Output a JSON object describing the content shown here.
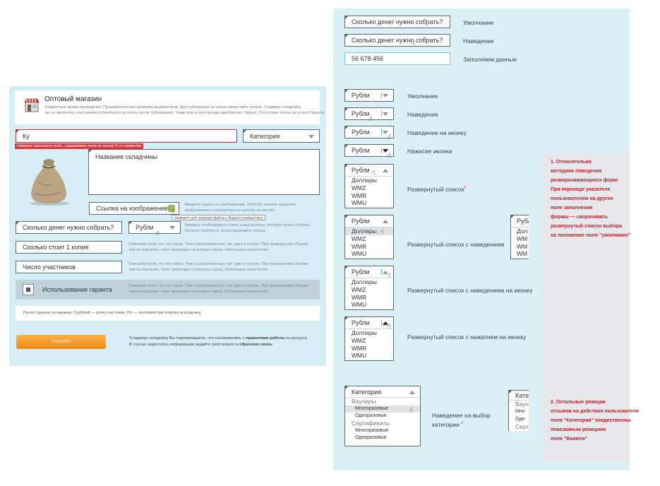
{
  "form": {
    "shop_title": "Оптовый магазин",
    "shop_desc_1": "Бюджетные время проведения; Предварительная проверка модераторов; Для публикации не нужна какая-либо оплата; Создавая складчину,",
    "shop_desc_2": "вы не являетесь участником (потребуется вступить после публикации); Товар или услуги всегда приобретает Гарант; Отсутствие платы за услуги Гаранта",
    "title_value": "Ку",
    "category_label": "Категория",
    "error_text": "Неверно заполнено поле, содержимое поля не менее 5-ти символов",
    "desc_placeholder": "Название складчины",
    "image_link_label": "Ссылка на изображение",
    "image_hint_1": "Введите ссылку на изображение. Либо Вы можете загрузить",
    "image_hint_2": "изображение с компьютера по щелчку на иконку.",
    "upload_tooltip": "Нажмите для загрузки файла с Вашего компьютера",
    "amount_label": "Сколько денег нужно собрать?",
    "currency_label": "Рубли",
    "amount_hint_1": "Введите необходимую сумму и вид валюты, которую нужно собрать,",
    "amount_hint_2": "которая требуется, из выпадающего списка.",
    "cost_label": "Сколько стоит 1 копия",
    "cost_hint_1": "Описание поля, что это такое. Текст расположен вот так, идет в строке. При превышении объема",
    "cost_hint_2": "текста описания, текст переходит на вторую строку. Небольшое количество.",
    "participants_label": "Число участников",
    "participants_hint_1": "Описание поля, что это такое. Текст расположен вот так, идет в строке. При превышении объема",
    "participants_hint_2": "текста описания, текст переходит на вторую строку. Небольшое количество.",
    "guarantee_label": "Использование гаранта",
    "guarantee_hint_1": "Описание поля, что это такое. Текст расположен вот так, идет в строке. При превышении объема",
    "guarantee_hint_2": "текста описания, текст переходит на вторую строку. Небольшое количество.",
    "calc_text": "Расчет данных складчины: 0 рублей — доля участника, 0% — экономия при покупке вскладчину",
    "create_button": "Создать",
    "footer_1a": "Создавая складчину Вы подтверждаете, что ознакомились с ",
    "footer_1_link": "правилами работы",
    "footer_1b": " на ресурсе.",
    "footer_2a": "В случае недостатка информации задайте свой вопрос в ",
    "footer_2_link": "обратную связь",
    "footer_2b": "."
  },
  "states": {
    "amount_field": "Сколько денег нужно собрать?",
    "amount_value": "56 678 456",
    "label_default": "Умолчание",
    "label_hover": "Наведение",
    "label_filled": "Заполняем данные",
    "currency": "Рубли",
    "label_hover_icon": "Наведение на иконку",
    "label_press_icon": "Нажатие иконки",
    "label_expanded": "Развернутый список",
    "label_expanded_hover": "Развернутый список с наведением",
    "label_expanded_hover_icon": "Развернутый список с наведением на иконку",
    "label_expanded_press_icon": "Развернутый список с нажатием на иконку",
    "label_category_hover_1": "Наведение на выбор",
    "label_category_hover_2": "категории",
    "sup_1": "1",
    "sup_2": "2",
    "currency_options": [
      "Доллары",
      "WMZ",
      "WMR",
      "WMU"
    ],
    "category_head": "Категория",
    "cat_group_1": "Ваучеры",
    "cat_items_1": [
      "Многоразовые",
      "Одноразовые"
    ],
    "cat_group_2": "Сертификаты",
    "cat_items_2": [
      "Многоразовые",
      "Одноразовые"
    ],
    "clipped_head_1": "Рубл",
    "clipped_opts": [
      "Дол",
      "WM",
      "WM",
      "WM"
    ],
    "clipped_head_2": "Кате",
    "clipped_cat": [
      "Ваучо",
      "Мно",
      "Одн",
      "Серт"
    ]
  },
  "notes": {
    "note_1": [
      "1. Относительно",
      "методики поведения",
      "разворачивающихся форм:",
      "При переходе указателя",
      "пользователем на другое",
      "поле заполнения",
      "формы — сворачивать",
      "развернутый список выбора",
      "на положение поля \"умолчание\""
    ],
    "note_2": [
      "2. Остальные реакции",
      "отзывов на действия пользователя",
      "поля \"Категория\" тождественны",
      "показанным реакциям",
      "поля \"Валюта\""
    ]
  },
  "colors": {
    "panel_bg": "#dcf1f6",
    "form_bg": "#d7eef6",
    "note_bg": "#e7e8ec",
    "note_text": "#c0202b",
    "button": "#f59a20"
  }
}
